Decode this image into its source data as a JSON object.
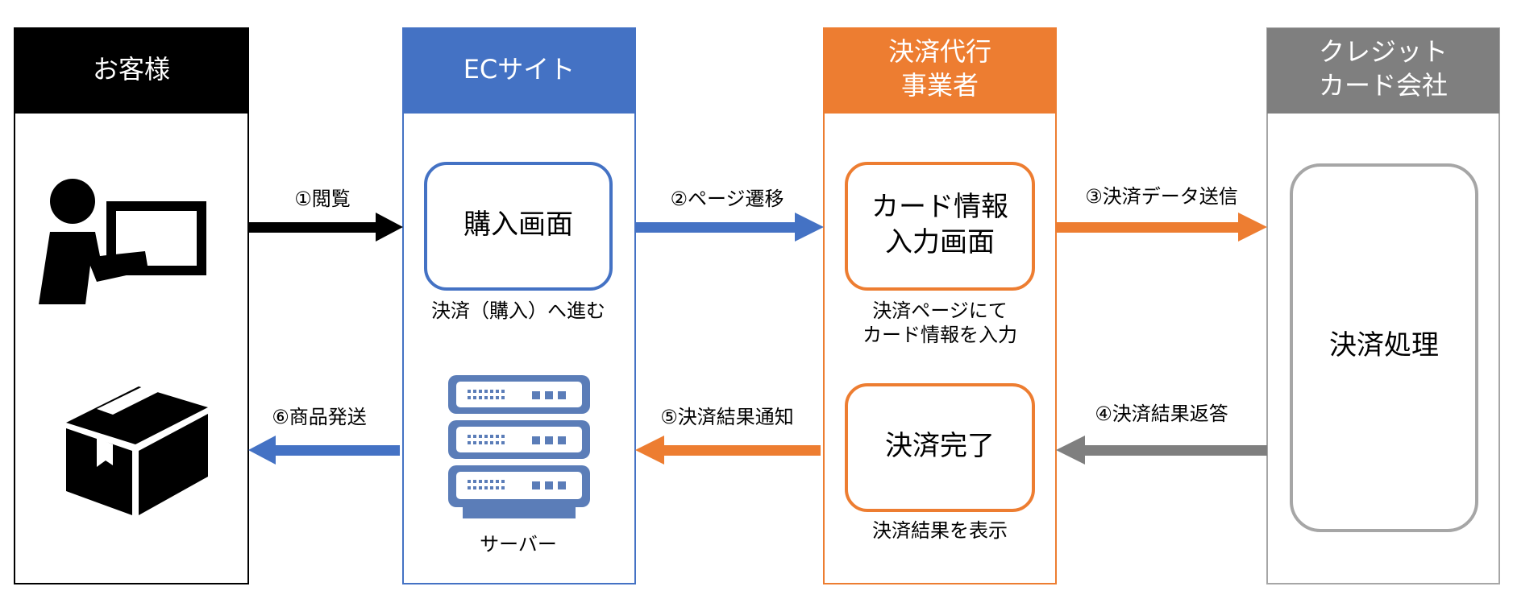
{
  "colors": {
    "black": "#000000",
    "blue": "#4472C4",
    "orange": "#ED7D31",
    "gray": "#7F7F7F",
    "lightgray": "#A6A6A6",
    "server_blue": "#5B7DB8"
  },
  "columns": {
    "customer": {
      "header": "お客様"
    },
    "ec_site": {
      "header": "ECサイト"
    },
    "payment_agency": {
      "header_line1": "決済代行",
      "header_line2": "事業者"
    },
    "card_company": {
      "header_line1": "クレジット",
      "header_line2": "カード会社"
    }
  },
  "boxes": {
    "purchase_screen": "購入画面",
    "card_input_line1": "カード情報",
    "card_input_line2": "入力画面",
    "payment_complete": "決済完了",
    "payment_processing": "決済処理"
  },
  "captions": {
    "purchase": "決済（購入）へ進む",
    "card_input_line1": "決済ページにて",
    "card_input_line2": "カード情報を入力",
    "server": "サーバー",
    "result_display": "決済結果を表示"
  },
  "arrows": {
    "step1": "①閲覧",
    "step2": "②ページ遷移",
    "step3": "③決済データ送信",
    "step4": "④決済結果返答",
    "step5": "⑤決済結果通知",
    "step6": "⑥商品発送"
  },
  "icons": {
    "customer_pc": "person-at-computer-icon",
    "package": "package-box-icon",
    "server": "server-rack-icon"
  }
}
